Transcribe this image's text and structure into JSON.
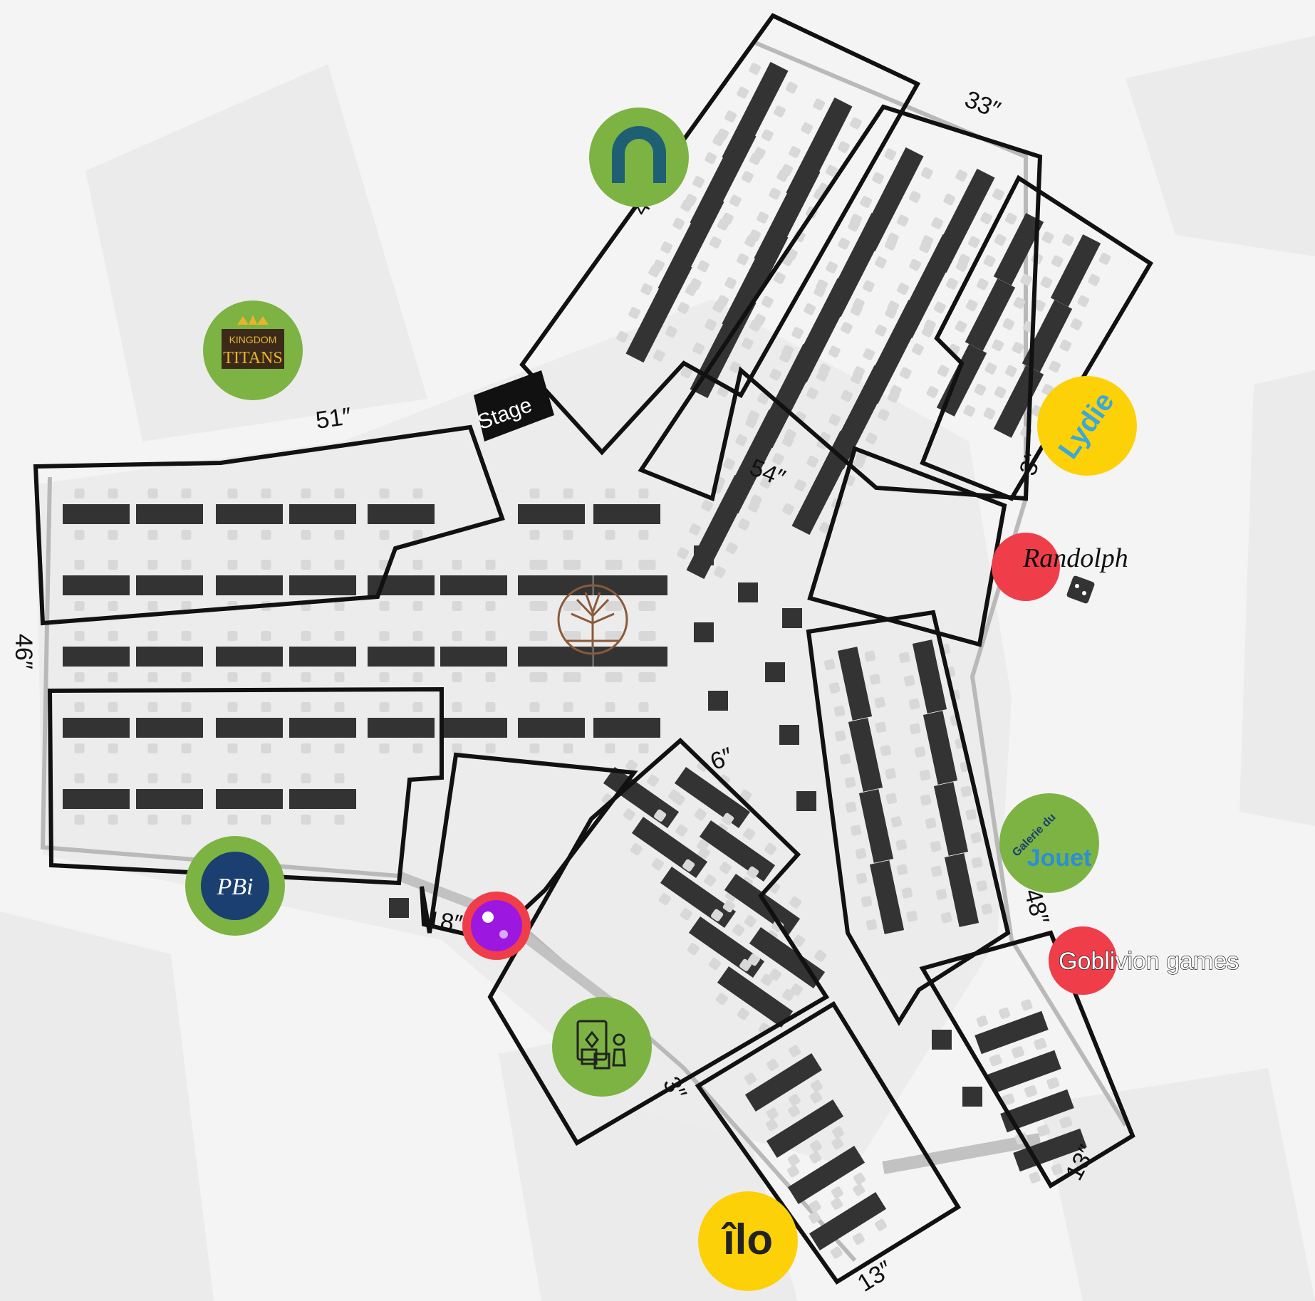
{
  "colors": {
    "background": "#f4f4f4",
    "floor": "#ececec",
    "table": "#333333",
    "seat": "#d8d8d8",
    "zone_outline": "#111111",
    "walkway": "#b9b9b9",
    "marker_green": "#7cb342",
    "marker_red": "#ef3e4a",
    "marker_yellow": "#fdd108"
  },
  "stage_label": "Stage",
  "measurements": [
    "51″",
    "33″",
    "54″",
    "46″",
    "6″",
    "18″",
    "3″",
    "48″",
    "13″",
    "13″",
    "3″",
    "4″"
  ],
  "vendor_text": {
    "goblivion": "Goblivion games",
    "kingdom_top": "KINGDOM",
    "kingdom_bottom": "TITANS",
    "randolph": "Randolph",
    "lydie": "Lydie",
    "galerie_top": "Galerie du",
    "galerie_bottom": "Jouet",
    "pbi": "PBi",
    "ilo": "îlo"
  },
  "markers": [
    {
      "id": "arch",
      "color": "marker_green",
      "icon": "arch-icon"
    },
    {
      "id": "kingdom-titans",
      "color": "marker_green",
      "icon": "crown-icon"
    },
    {
      "id": "lydie",
      "color": "marker_yellow",
      "icon": "lydie-logo"
    },
    {
      "id": "randolph",
      "color": "marker_red",
      "icon": "dice-icon"
    },
    {
      "id": "galerie-du-jouet",
      "color": "marker_green",
      "icon": "galerie-logo"
    },
    {
      "id": "goblivion",
      "color": "marker_red",
      "icon": ""
    },
    {
      "id": "pbi",
      "color": "marker_green",
      "icon": "pbi-logo"
    },
    {
      "id": "purple-orb",
      "color": "marker_red",
      "icon": "orb-icon"
    },
    {
      "id": "board-games",
      "color": "marker_green",
      "icon": "card-dice-pawn-icon"
    },
    {
      "id": "ilo",
      "color": "marker_yellow",
      "icon": "ilo-logo"
    }
  ],
  "center_icon": "tree-icon"
}
